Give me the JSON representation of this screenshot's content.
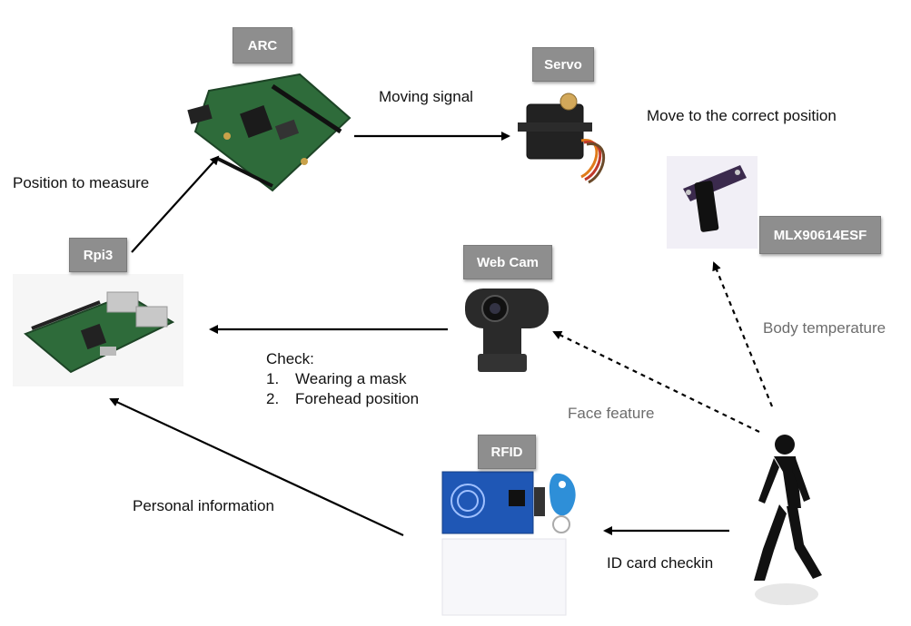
{
  "nodes": {
    "arc": {
      "label": "ARC"
    },
    "servo": {
      "label": "Servo"
    },
    "rpi3": {
      "label": "Rpi3"
    },
    "webcam": {
      "label": "Web Cam"
    },
    "mlx": {
      "label": "MLX90614ESF"
    },
    "rfid": {
      "label": "RFID"
    }
  },
  "edges": {
    "moving_signal": "Moving signal",
    "move_correct": "Move to the correct position",
    "position_measure": "Position to measure",
    "body_temperature": "Body temperature",
    "face_feature": "Face feature",
    "personal_information": "Personal information",
    "id_card_checkin": "ID card checkin"
  },
  "check": {
    "title": "Check:",
    "items": [
      {
        "num": "1.",
        "text": "Wearing a mask"
      },
      {
        "num": "2.",
        "text": "Forehead position"
      }
    ]
  },
  "colors": {
    "label_bg": "#8e8e8e",
    "arrow": "#000000",
    "gray_text": "#6d6d6d",
    "rfid_board": "#1f57b5",
    "pcb_green": "#2e6b3a"
  }
}
